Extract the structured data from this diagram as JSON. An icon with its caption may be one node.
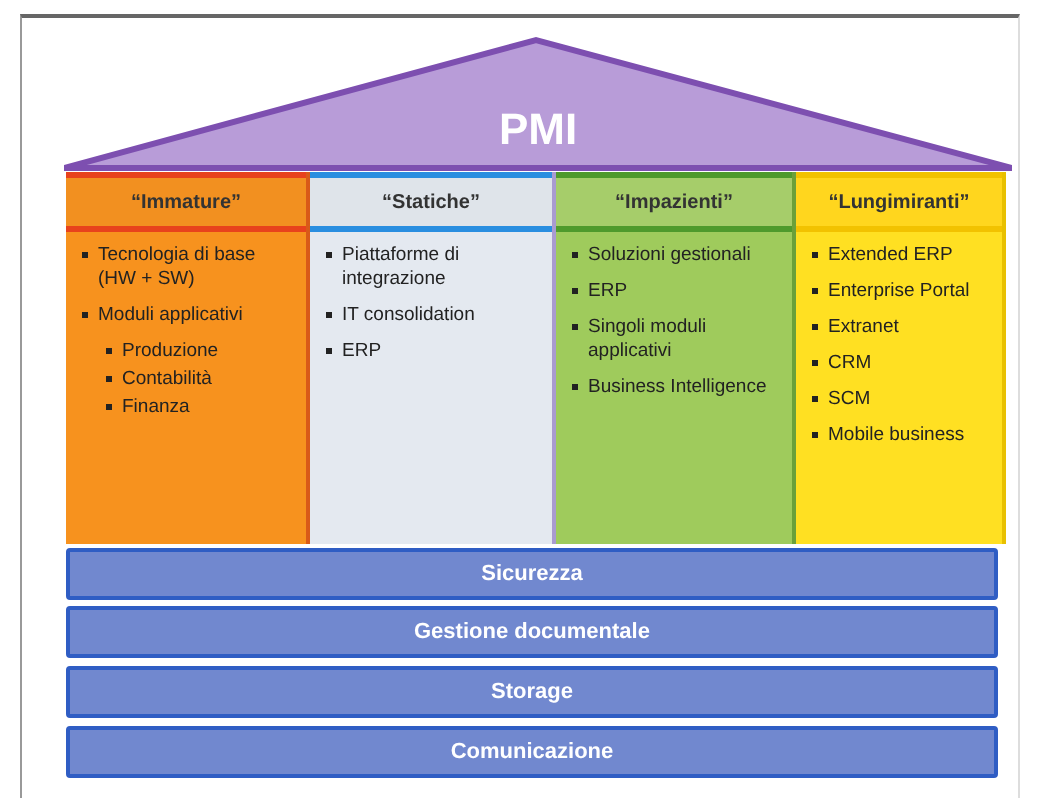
{
  "diagram": {
    "nodes": [
      {
        "text": [
          "PMI"
        ]
      },
      {
        "text": [
          "“Immature”",
          "Tecnologia di base (HW + SW)",
          "Moduli applicativi",
          "Produzione",
          "Contabilità",
          "Finanza"
        ]
      },
      {
        "text": [
          "“Statiche”",
          "Piattaforme di integrazione",
          "IT consolidation",
          "ERP"
        ]
      },
      {
        "text": [
          "“Impazienti”",
          "Soluzioni gestionali",
          "ERP",
          "Singoli moduli applicativi",
          "Business Intelligence"
        ]
      },
      {
        "text": [
          "“Lungimiranti”",
          "Extended ERP",
          "Enterprise Portal",
          "Extranet",
          "CRM",
          "SCM",
          "Mobile business"
        ]
      },
      {
        "text": [
          "Sicurezza"
        ]
      },
      {
        "text": [
          "Gestione documentale"
        ]
      },
      {
        "text": [
          "Storage"
        ]
      },
      {
        "text": [
          "Comunicazione"
        ]
      }
    ]
  }
}
